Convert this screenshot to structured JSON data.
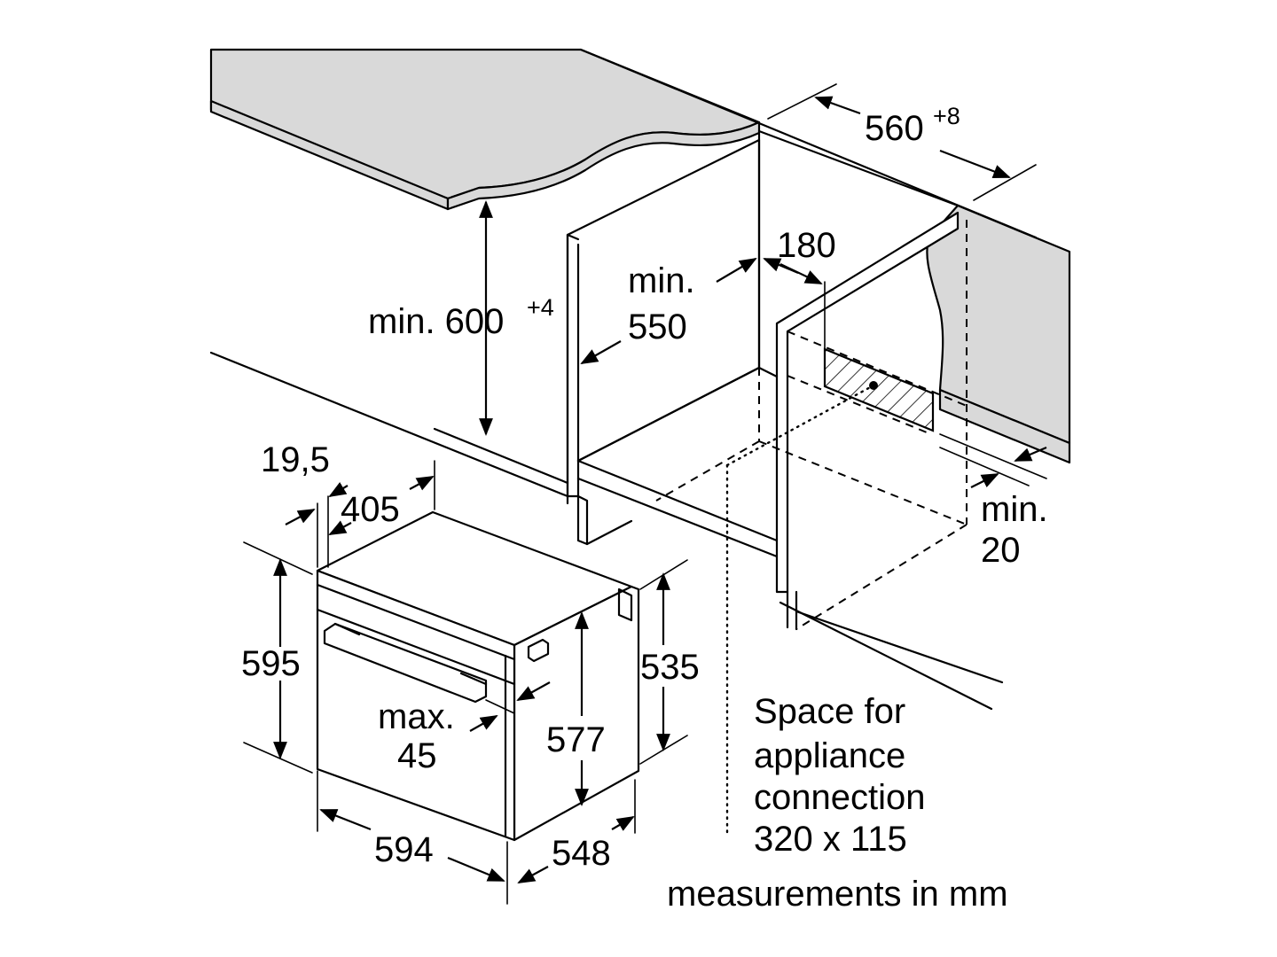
{
  "dimensions": {
    "cabinet_width": "560",
    "cabinet_width_tol": "+8",
    "opening_height": "min. 600",
    "opening_height_tol": "+4",
    "depth_min_word": "min.",
    "depth_min_value": "550",
    "socket_offset": "180",
    "gap_min_word": "min.",
    "gap_min_value": "20",
    "panel_thickness": "19,5",
    "panel_depth": "405",
    "oven_height": "595",
    "oven_body_height": "535",
    "inner_height": "577",
    "handle_word": "max.",
    "handle_value": "45",
    "oven_width": "594",
    "oven_depth": "548"
  },
  "notes": {
    "space_line1": "Space for",
    "space_line2": "appliance",
    "space_line3": "connection",
    "space_line4": "320 x 115",
    "units": "measurements in mm"
  }
}
